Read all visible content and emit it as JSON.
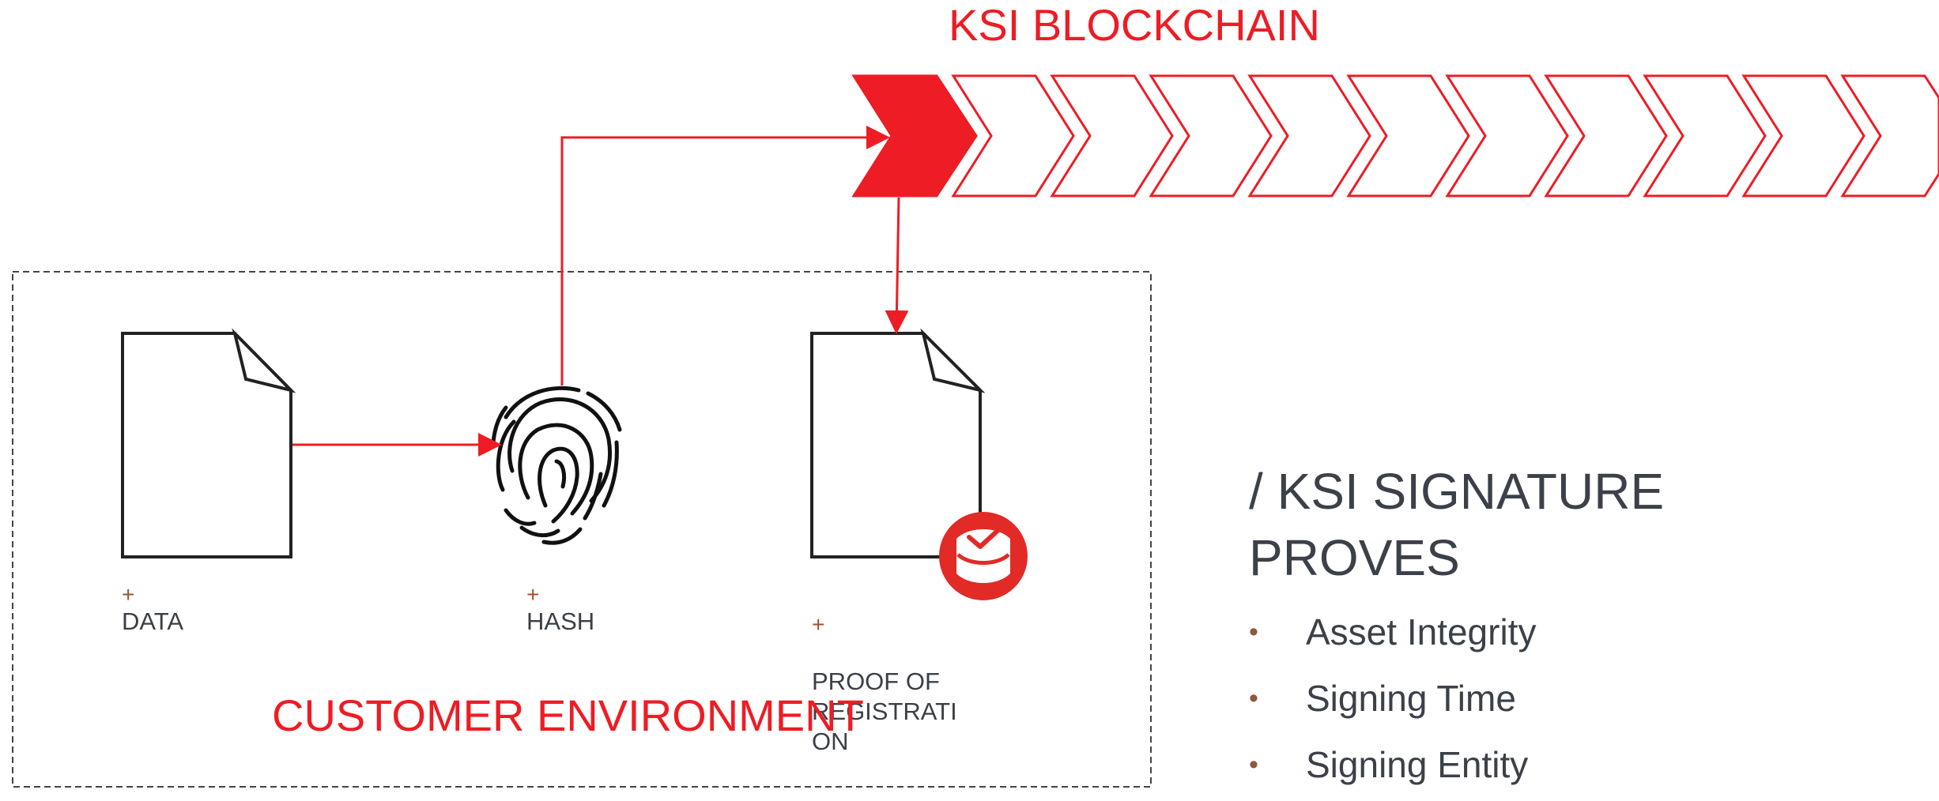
{
  "title": "KSI BLOCKCHAIN",
  "environment_label": "CUSTOMER ENVIRONMENT",
  "nodes": [
    {
      "marker": "+",
      "label": "DATA"
    },
    {
      "marker": "+",
      "label": "HASH"
    },
    {
      "marker": "+",
      "label": "PROOF OF\nREGISTRATI\nON"
    }
  ],
  "signature": {
    "heading": "/ KSI SIGNATURE PROVES",
    "bullet_symbol": "•",
    "items": [
      "Asset Integrity",
      "Signing Time",
      "Signing Entity"
    ]
  },
  "colors": {
    "accent": "#ee1c24",
    "text": "#3b4049",
    "marker": "#a0522d"
  },
  "icons": [
    "document-icon",
    "fingerprint-icon",
    "document-icon",
    "signature-badge-icon"
  ]
}
